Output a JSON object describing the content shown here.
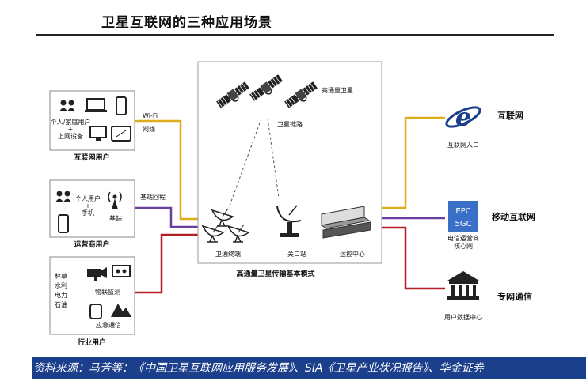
{
  "title": "卫星互联网的三种应用场景",
  "colors": {
    "yellow": "#dcae1d",
    "purple": "#6b3fa0",
    "red": "#b21e23",
    "footer_bg": "#1c3f8c"
  },
  "left_groups": {
    "internet_users": {
      "caption": "互联网用户",
      "desc_line1": "个人/家庭用户",
      "desc_line2": "+",
      "desc_line3": "上网设备",
      "link_top": "Wi-Fi",
      "link_bottom": "网线"
    },
    "operator_users": {
      "caption": "运营商用户",
      "desc_line1": "个人用户",
      "desc_line2": "+",
      "desc_line3": "手机",
      "base_station": "基站",
      "backhaul": "基站回程"
    },
    "industry_users": {
      "caption": "行业用户",
      "sectors": [
        "林草",
        "水利",
        "电力",
        "石油"
      ],
      "monitor": "物联监测",
      "emergency": "应急通信"
    }
  },
  "center": {
    "satellite_label": "高通量卫星",
    "link_label": "卫星链路",
    "terminal_label": "卫通终端",
    "gateway_label": "关口站",
    "ops_label": "运控中心",
    "caption": "高通量卫星传输基本模式"
  },
  "right_groups": {
    "internet": {
      "name": "互联网",
      "sub": "互联网入口"
    },
    "mobile": {
      "name": "移动互联网",
      "badge_line1": "EPC",
      "badge_line2": "5GC",
      "sub_line1": "电信运营商",
      "sub_line2": "核心网"
    },
    "private": {
      "name": "专网通信",
      "sub": "用户数据中心"
    }
  },
  "footer": "资料来源：马芳等：《中国卫星互联网应用服务发展》、SIA《卫星产业状况报告》、华金证券"
}
